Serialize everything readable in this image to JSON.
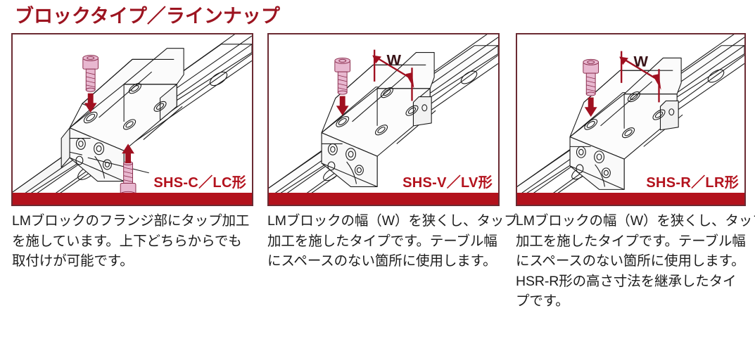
{
  "header": {
    "title": "ブロックタイプ／ラインナップ",
    "title_color": "#9c1420"
  },
  "theme": {
    "panel_border": "#6b2b33",
    "panel_bar": "#b3121d",
    "label_red": "#b3121d",
    "screw_fill": "#e8b8d0",
    "arrow_red": "#a01020",
    "line_dark": "#1a1a1a",
    "text": "#1c1c1c"
  },
  "panels": [
    {
      "id": "shs-c-lc",
      "label": "SHS-C／LC形",
      "dimension_label": "",
      "has_dimension": false,
      "screws": 2,
      "icons": [
        "down-arrow-icon",
        "up-arrow-icon"
      ],
      "caption_lines": [
        "LMブロックのフランジ部にタップ加工",
        "を施しています。上下どちらからでも",
        "取付けが可能です。"
      ]
    },
    {
      "id": "shs-v-lv",
      "label": "SHS-V／LV形",
      "dimension_label": "W",
      "has_dimension": true,
      "screws": 1,
      "icons": [
        "down-arrow-icon",
        "dimension-arrow-icon"
      ],
      "caption_lines": [
        "LMブロックの幅（W）を狭くし、タップ",
        "加工を施したタイプです。テーブル幅",
        "にスペースのない箇所に使用します。"
      ]
    },
    {
      "id": "shs-r-lr",
      "label": "SHS-R／LR形",
      "dimension_label": "W",
      "has_dimension": true,
      "screws": 1,
      "icons": [
        "down-arrow-icon",
        "dimension-arrow-icon"
      ],
      "caption_lines": [
        "LMブロックの幅（W）を狭くし、タップ",
        "加工を施したタイプです。テーブル幅",
        "にスペースのない箇所に使用します。",
        "HSR-R形の高さ寸法を継承したタイ",
        "プです。"
      ]
    }
  ]
}
